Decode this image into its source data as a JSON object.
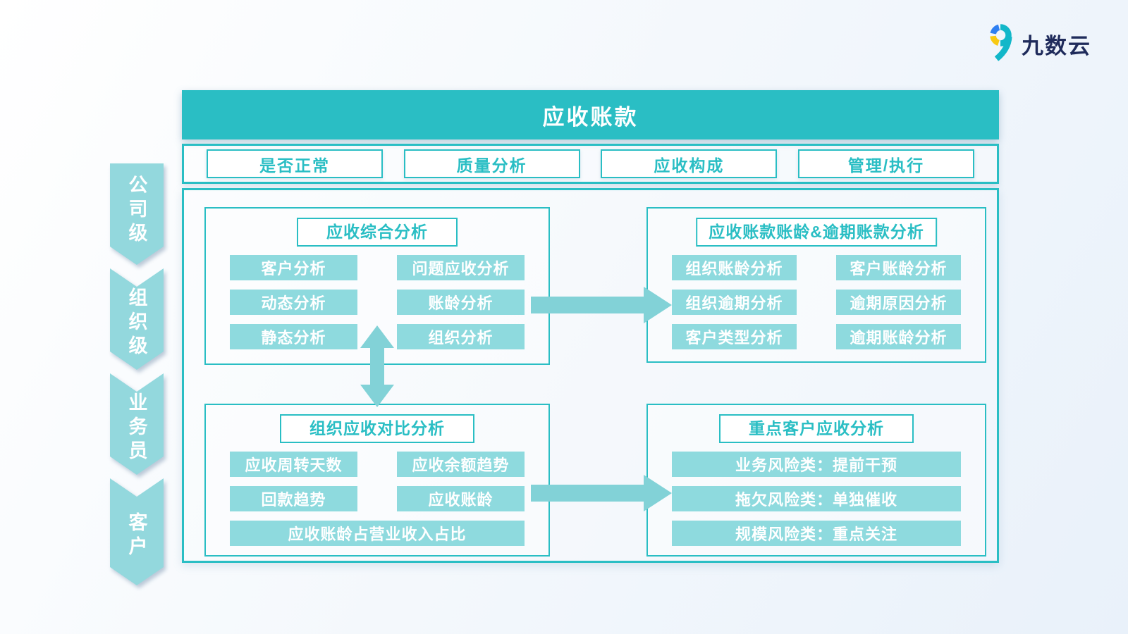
{
  "brand": {
    "name": "九数云"
  },
  "header": {
    "title": "应收账款"
  },
  "tabs": [
    "是否正常",
    "质量分析",
    "应收构成",
    "管理/执行"
  ],
  "levels": [
    "公司级",
    "组织级",
    "业务员",
    "客户"
  ],
  "sections": {
    "overall": {
      "title": "应收综合分析",
      "items": [
        "客户分析",
        "问题应收分析",
        "动态分析",
        "账龄分析",
        "静态分析",
        "组织分析"
      ]
    },
    "aging": {
      "title": "应收账款账龄&逾期账款分析",
      "items": [
        "组织账龄分析",
        "客户账龄分析",
        "组织逾期分析",
        "逾期原因分析",
        "客户类型分析",
        "逾期账龄分析"
      ]
    },
    "compare": {
      "title": "组织应收对比分析",
      "items": [
        "应收周转天数",
        "应收余额趋势",
        "回款趋势",
        "应收账龄"
      ],
      "wide_item": "应收账龄占营业收入占比"
    },
    "key_customers": {
      "title": "重点客户应收分析",
      "items": [
        "业务风险类：提前干预",
        "拖欠风险类：单独催收",
        "规模风险类：重点关注"
      ]
    }
  },
  "colors": {
    "primary_teal": "#2abec4",
    "pill_teal": "#8edade",
    "chevron_teal": "#93d8dd",
    "arrow_teal": "#82d2d7",
    "logo_text_navy": "#1f2b5b",
    "logo_blue": "#2e7ff2",
    "logo_yellow": "#f8c913",
    "background": "#eef3fa"
  }
}
